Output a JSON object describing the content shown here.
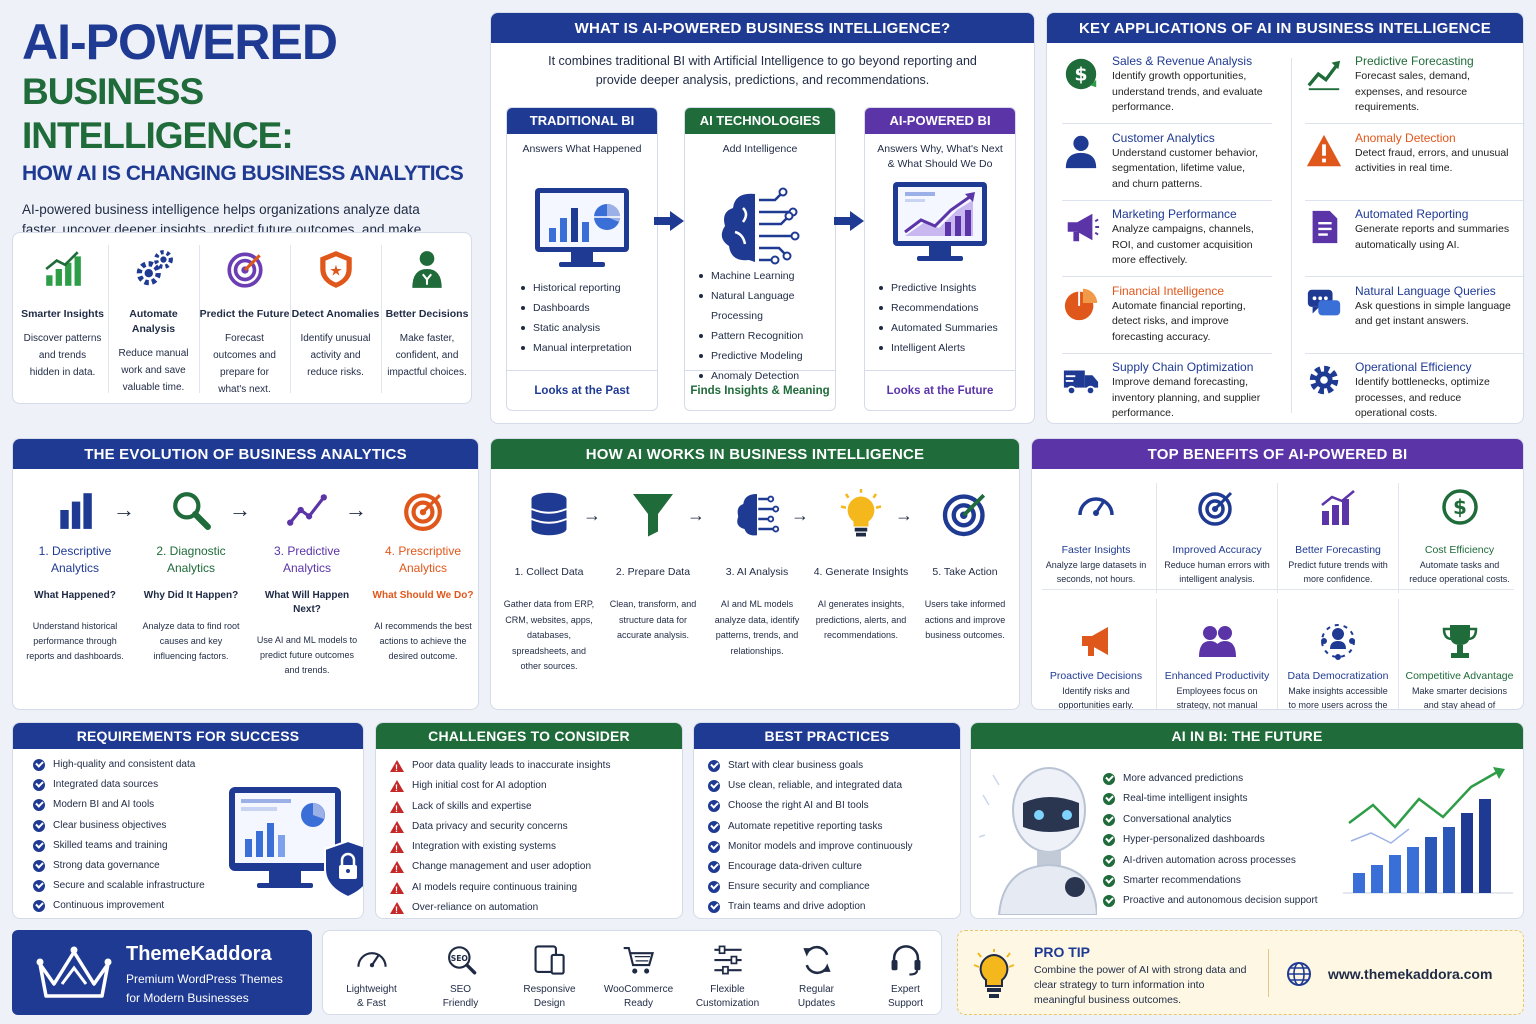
{
  "header": {
    "title1": "AI-POWERED",
    "title2": "BUSINESS INTELLIGENCE:",
    "title3": "HOW AI IS CHANGING BUSINESS ANALYTICS",
    "intro": "AI-powered business intelligence helps organizations analyze data faster, uncover deeper insights, predict future outcomes, and make smarter, data-driven decisions."
  },
  "features": [
    {
      "title": "Smarter Insights",
      "desc": "Discover patterns and trends hidden in data.",
      "icon": "growth-chart-icon"
    },
    {
      "title": "Automate Analysis",
      "desc": "Reduce manual work and save valuable time.",
      "icon": "gears-icon"
    },
    {
      "title": "Predict the Future",
      "desc": "Forecast outcomes and prepare for what's next.",
      "icon": "target-icon"
    },
    {
      "title": "Detect Anomalies",
      "desc": "Identify unusual activity and reduce risks.",
      "icon": "shield-icon"
    },
    {
      "title": "Better Decisions",
      "desc": "Make faster, confident, and impactful choices.",
      "icon": "person-decision-icon"
    }
  ],
  "what_is": {
    "title": "WHAT IS AI-POWERED BUSINESS INTELLIGENCE?",
    "desc": "It combines traditional BI with Artificial Intelligence to go beyond reporting and provide deeper analysis, predictions, and recommendations.",
    "cards": [
      {
        "title": "TRADITIONAL BI",
        "sub": "Answers What Happened",
        "items": [
          "Historical reporting",
          "Dashboards",
          "Static analysis",
          "Manual interpretation"
        ],
        "foot": "Looks at the Past"
      },
      {
        "title": "AI TECHNOLOGIES",
        "sub": "Add Intelligence",
        "items": [
          "Machine Learning",
          "Natural Language Processing",
          "Pattern Recognition",
          "Predictive Modeling",
          "Anomaly Detection"
        ],
        "foot": "Finds Insights & Meaning"
      },
      {
        "title": "AI-POWERED BI",
        "sub": "Answers Why, What's Next & What Should We Do",
        "items": [
          "Predictive Insights",
          "Recommendations",
          "Automated Summaries",
          "Intelligent Alerts"
        ],
        "foot": "Looks at the Future"
      }
    ]
  },
  "applications": {
    "title": "KEY APPLICATIONS OF AI IN BUSINESS INTELLIGENCE",
    "items": [
      {
        "title": "Sales & Revenue Analysis",
        "desc": "Identify growth opportunities, understand trends, and evaluate performance.",
        "icon": "dollar-icon"
      },
      {
        "title": "Predictive Forecasting",
        "desc": "Forecast sales, demand, expenses, and resource requirements.",
        "icon": "trend-up-icon"
      },
      {
        "title": "Customer Analytics",
        "desc": "Understand customer behavior, segmentation, lifetime value, and churn patterns.",
        "icon": "user-icon"
      },
      {
        "title": "Anomaly Detection",
        "desc": "Detect fraud, errors, and unusual activities in real time.",
        "icon": "warning-icon"
      },
      {
        "title": "Marketing Performance",
        "desc": "Analyze campaigns, channels, ROI, and customer acquisition more effectively.",
        "icon": "megaphone-icon"
      },
      {
        "title": "Automated Reporting",
        "desc": "Generate reports and summaries automatically using AI.",
        "icon": "document-icon"
      },
      {
        "title": "Financial Intelligence",
        "desc": "Automate financial reporting, detect risks, and improve forecasting accuracy.",
        "icon": "pie-chart-icon"
      },
      {
        "title": "Natural Language Queries",
        "desc": "Ask questions in simple language and get instant answers.",
        "icon": "chat-icon"
      },
      {
        "title": "Supply Chain Optimization",
        "desc": "Improve demand forecasting, inventory planning, and supplier performance.",
        "icon": "truck-icon"
      },
      {
        "title": "Operational Efficiency",
        "desc": "Identify bottlenecks, optimize processes, and reduce operational costs.",
        "icon": "gear-icon"
      }
    ]
  },
  "evolution": {
    "title": "THE EVOLUTION OF BUSINESS ANALYTICS",
    "stages": [
      {
        "title": "1. Descriptive Analytics",
        "q": "What Happened?",
        "desc": "Understand historical performance through reports and dashboards."
      },
      {
        "title": "2. Diagnostic Analytics",
        "q": "Why Did It Happen?",
        "desc": "Analyze data to find root causes and key influencing factors."
      },
      {
        "title": "3. Predictive Analytics",
        "q": "What Will Happen Next?",
        "desc": "Use AI and ML models to predict future outcomes and trends."
      },
      {
        "title": "4. Prescriptive Analytics",
        "q": "What Should We Do?",
        "desc": "AI recommends the best actions to achieve the desired outcome."
      }
    ]
  },
  "how_ai": {
    "title": "HOW AI WORKS IN BUSINESS INTELLIGENCE",
    "steps": [
      {
        "title": "1. Collect Data",
        "desc": "Gather data from ERP, CRM, websites, apps, databases, spreadsheets, and other sources."
      },
      {
        "title": "2. Prepare Data",
        "desc": "Clean, transform, and structure data for accurate analysis."
      },
      {
        "title": "3. AI Analysis",
        "desc": "AI and ML models analyze data, identify patterns, trends, and relationships."
      },
      {
        "title": "4. Generate Insights",
        "desc": "AI generates insights, predictions, alerts, and recommendations."
      },
      {
        "title": "5. Take Action",
        "desc": "Users take informed actions and improve business outcomes."
      }
    ]
  },
  "benefits": {
    "title": "TOP BENEFITS OF AI-POWERED BI",
    "items": [
      {
        "title": "Faster Insights",
        "desc": "Analyze large datasets in seconds, not hours."
      },
      {
        "title": "Improved Accuracy",
        "desc": "Reduce human errors with intelligent analysis."
      },
      {
        "title": "Better Forecasting",
        "desc": "Predict future trends with more confidence."
      },
      {
        "title": "Cost Efficiency",
        "desc": "Automate tasks and reduce operational costs."
      },
      {
        "title": "Proactive Decisions",
        "desc": "Identify risks and opportunities early."
      },
      {
        "title": "Enhanced Productivity",
        "desc": "Employees focus on strategy, not manual reporting."
      },
      {
        "title": "Data Democratization",
        "desc": "Make insights accessible to more users across the organization."
      },
      {
        "title": "Competitive Advantage",
        "desc": "Make smarter decisions and stay ahead of competitors."
      }
    ]
  },
  "requirements": {
    "title": "REQUIREMENTS FOR SUCCESS",
    "items": [
      "High-quality and consistent data",
      "Integrated data sources",
      "Modern BI and AI tools",
      "Clear business objectives",
      "Skilled teams and training",
      "Strong data governance",
      "Secure and scalable infrastructure",
      "Continuous improvement"
    ]
  },
  "challenges": {
    "title": "CHALLENGES TO CONSIDER",
    "items": [
      "Poor data quality leads to inaccurate insights",
      "High initial cost for AI adoption",
      "Lack of skills and expertise",
      "Data privacy and security concerns",
      "Integration with existing systems",
      "Change management and user adoption",
      "AI models require continuous training",
      "Over-reliance on automation"
    ]
  },
  "practices": {
    "title": "BEST PRACTICES",
    "items": [
      "Start with clear business goals",
      "Use clean, reliable, and integrated data",
      "Choose the right AI and BI tools",
      "Automate repetitive reporting tasks",
      "Monitor models and improve continuously",
      "Encourage data-driven culture",
      "Ensure security and compliance",
      "Train teams and drive adoption"
    ]
  },
  "future": {
    "title": "AI IN BI: THE FUTURE",
    "items": [
      "More advanced predictions",
      "Real-time intelligent insights",
      "Conversational analytics",
      "Hyper-personalized dashboards",
      "AI-driven automation across processes",
      "Smarter recommendations",
      "Proactive and autonomous decision support"
    ]
  },
  "brand": {
    "name": "ThemeKaddora",
    "tagline1": "Premium WordPress Themes",
    "tagline2": "for Modern Businesses"
  },
  "footer_features": [
    {
      "l1": "Lightweight",
      "l2": "& Fast",
      "icon": "speedometer-icon"
    },
    {
      "l1": "SEO",
      "l2": "Friendly",
      "icon": "seo-search-icon"
    },
    {
      "l1": "Responsive",
      "l2": "Design",
      "icon": "devices-icon"
    },
    {
      "l1": "WooCommerce",
      "l2": "Ready",
      "icon": "cart-icon"
    },
    {
      "l1": "Flexible",
      "l2": "Customization",
      "icon": "sliders-icon"
    },
    {
      "l1": "Regular",
      "l2": "Updates",
      "icon": "refresh-icon"
    },
    {
      "l1": "Expert",
      "l2": "Support",
      "icon": "headset-icon"
    }
  ],
  "pro_tip": {
    "title": "PRO TIP",
    "text": "Combine the power of AI with strong data and clear strategy to turn information into meaningful business outcomes.",
    "url": "www.themekaddora.com"
  },
  "colors": {
    "navy": "#1f3a93",
    "green": "#1f6b3a",
    "purple": "#5b34a8",
    "orange": "#e0571b",
    "red": "#c62828"
  }
}
